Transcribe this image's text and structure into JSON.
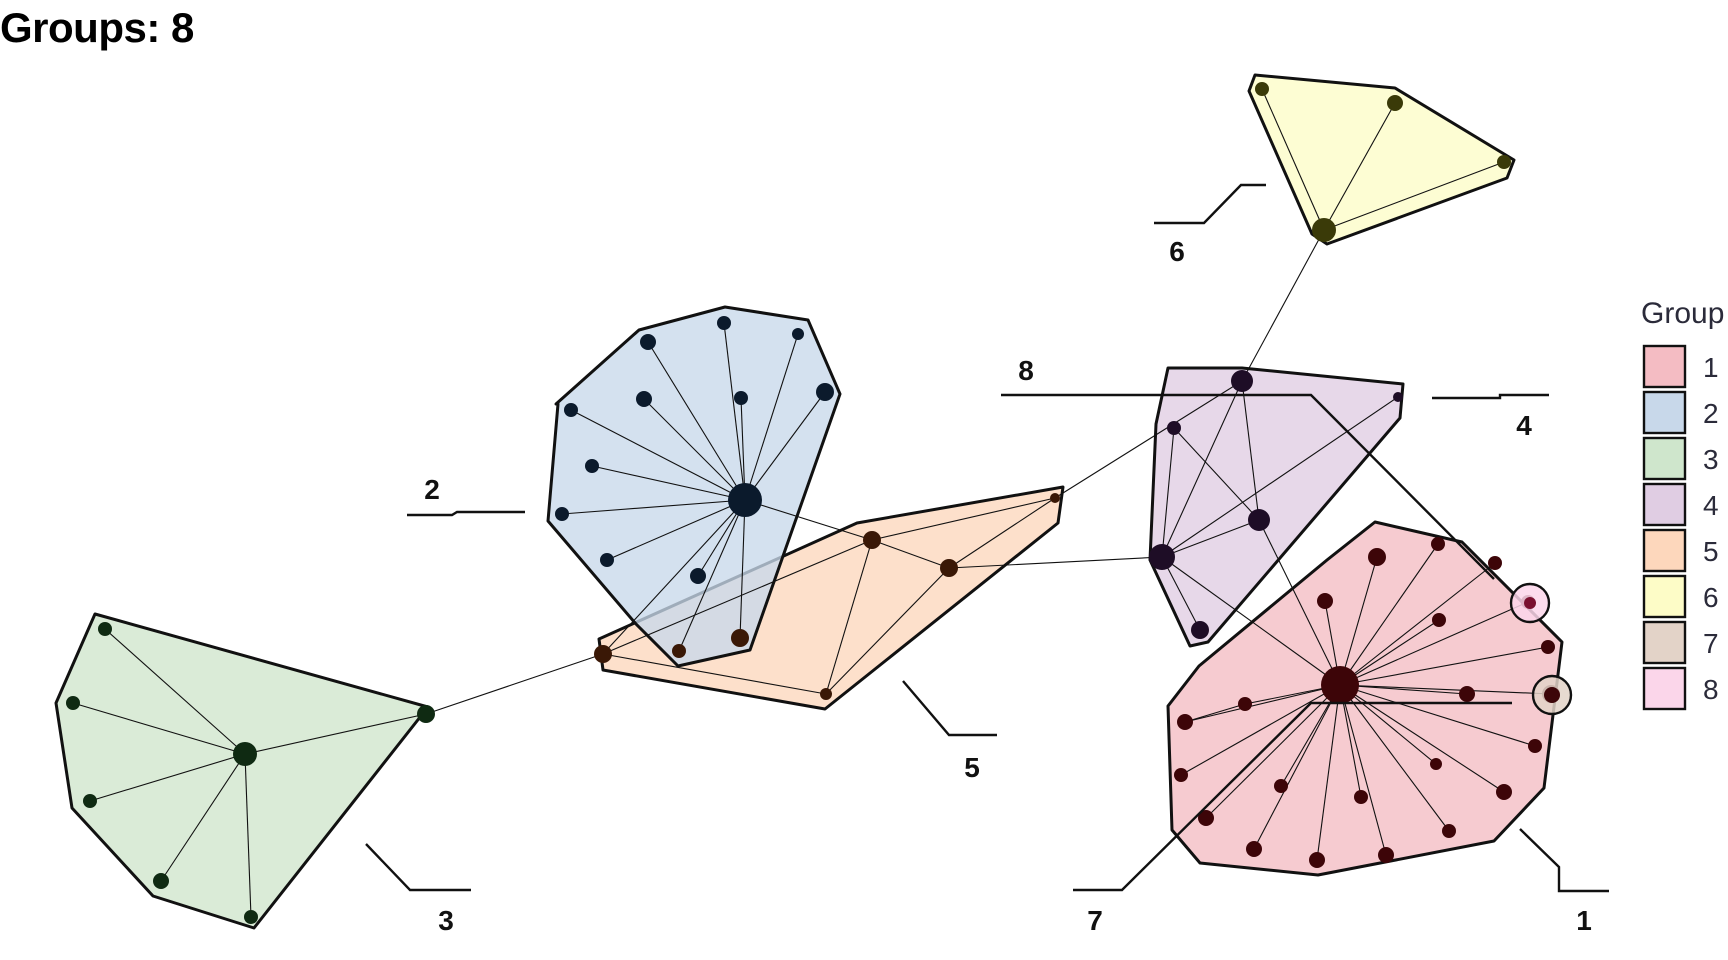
{
  "title": "Groups: 8",
  "legend": {
    "title": "Group",
    "items": [
      {
        "label": "1",
        "color": "#f4bcc3"
      },
      {
        "label": "2",
        "color": "#c8d8ea"
      },
      {
        "label": "3",
        "color": "#cfe6cc"
      },
      {
        "label": "4",
        "color": "#e0cde3"
      },
      {
        "label": "5",
        "color": "#fdd7bc"
      },
      {
        "label": "6",
        "color": "#fdfcc7"
      },
      {
        "label": "7",
        "color": "#e3d3c8"
      },
      {
        "label": "8",
        "color": "#fbd6ea"
      }
    ]
  },
  "group_labels": [
    "1",
    "2",
    "3",
    "4",
    "5",
    "6",
    "7",
    "8"
  ],
  "node_colors": {
    "1": "#3d0508",
    "2": "#0b1a2c",
    "3": "#0f2a12",
    "4": "#1e0d26",
    "5": "#3a1806",
    "6": "#3a3a08"
  }
}
